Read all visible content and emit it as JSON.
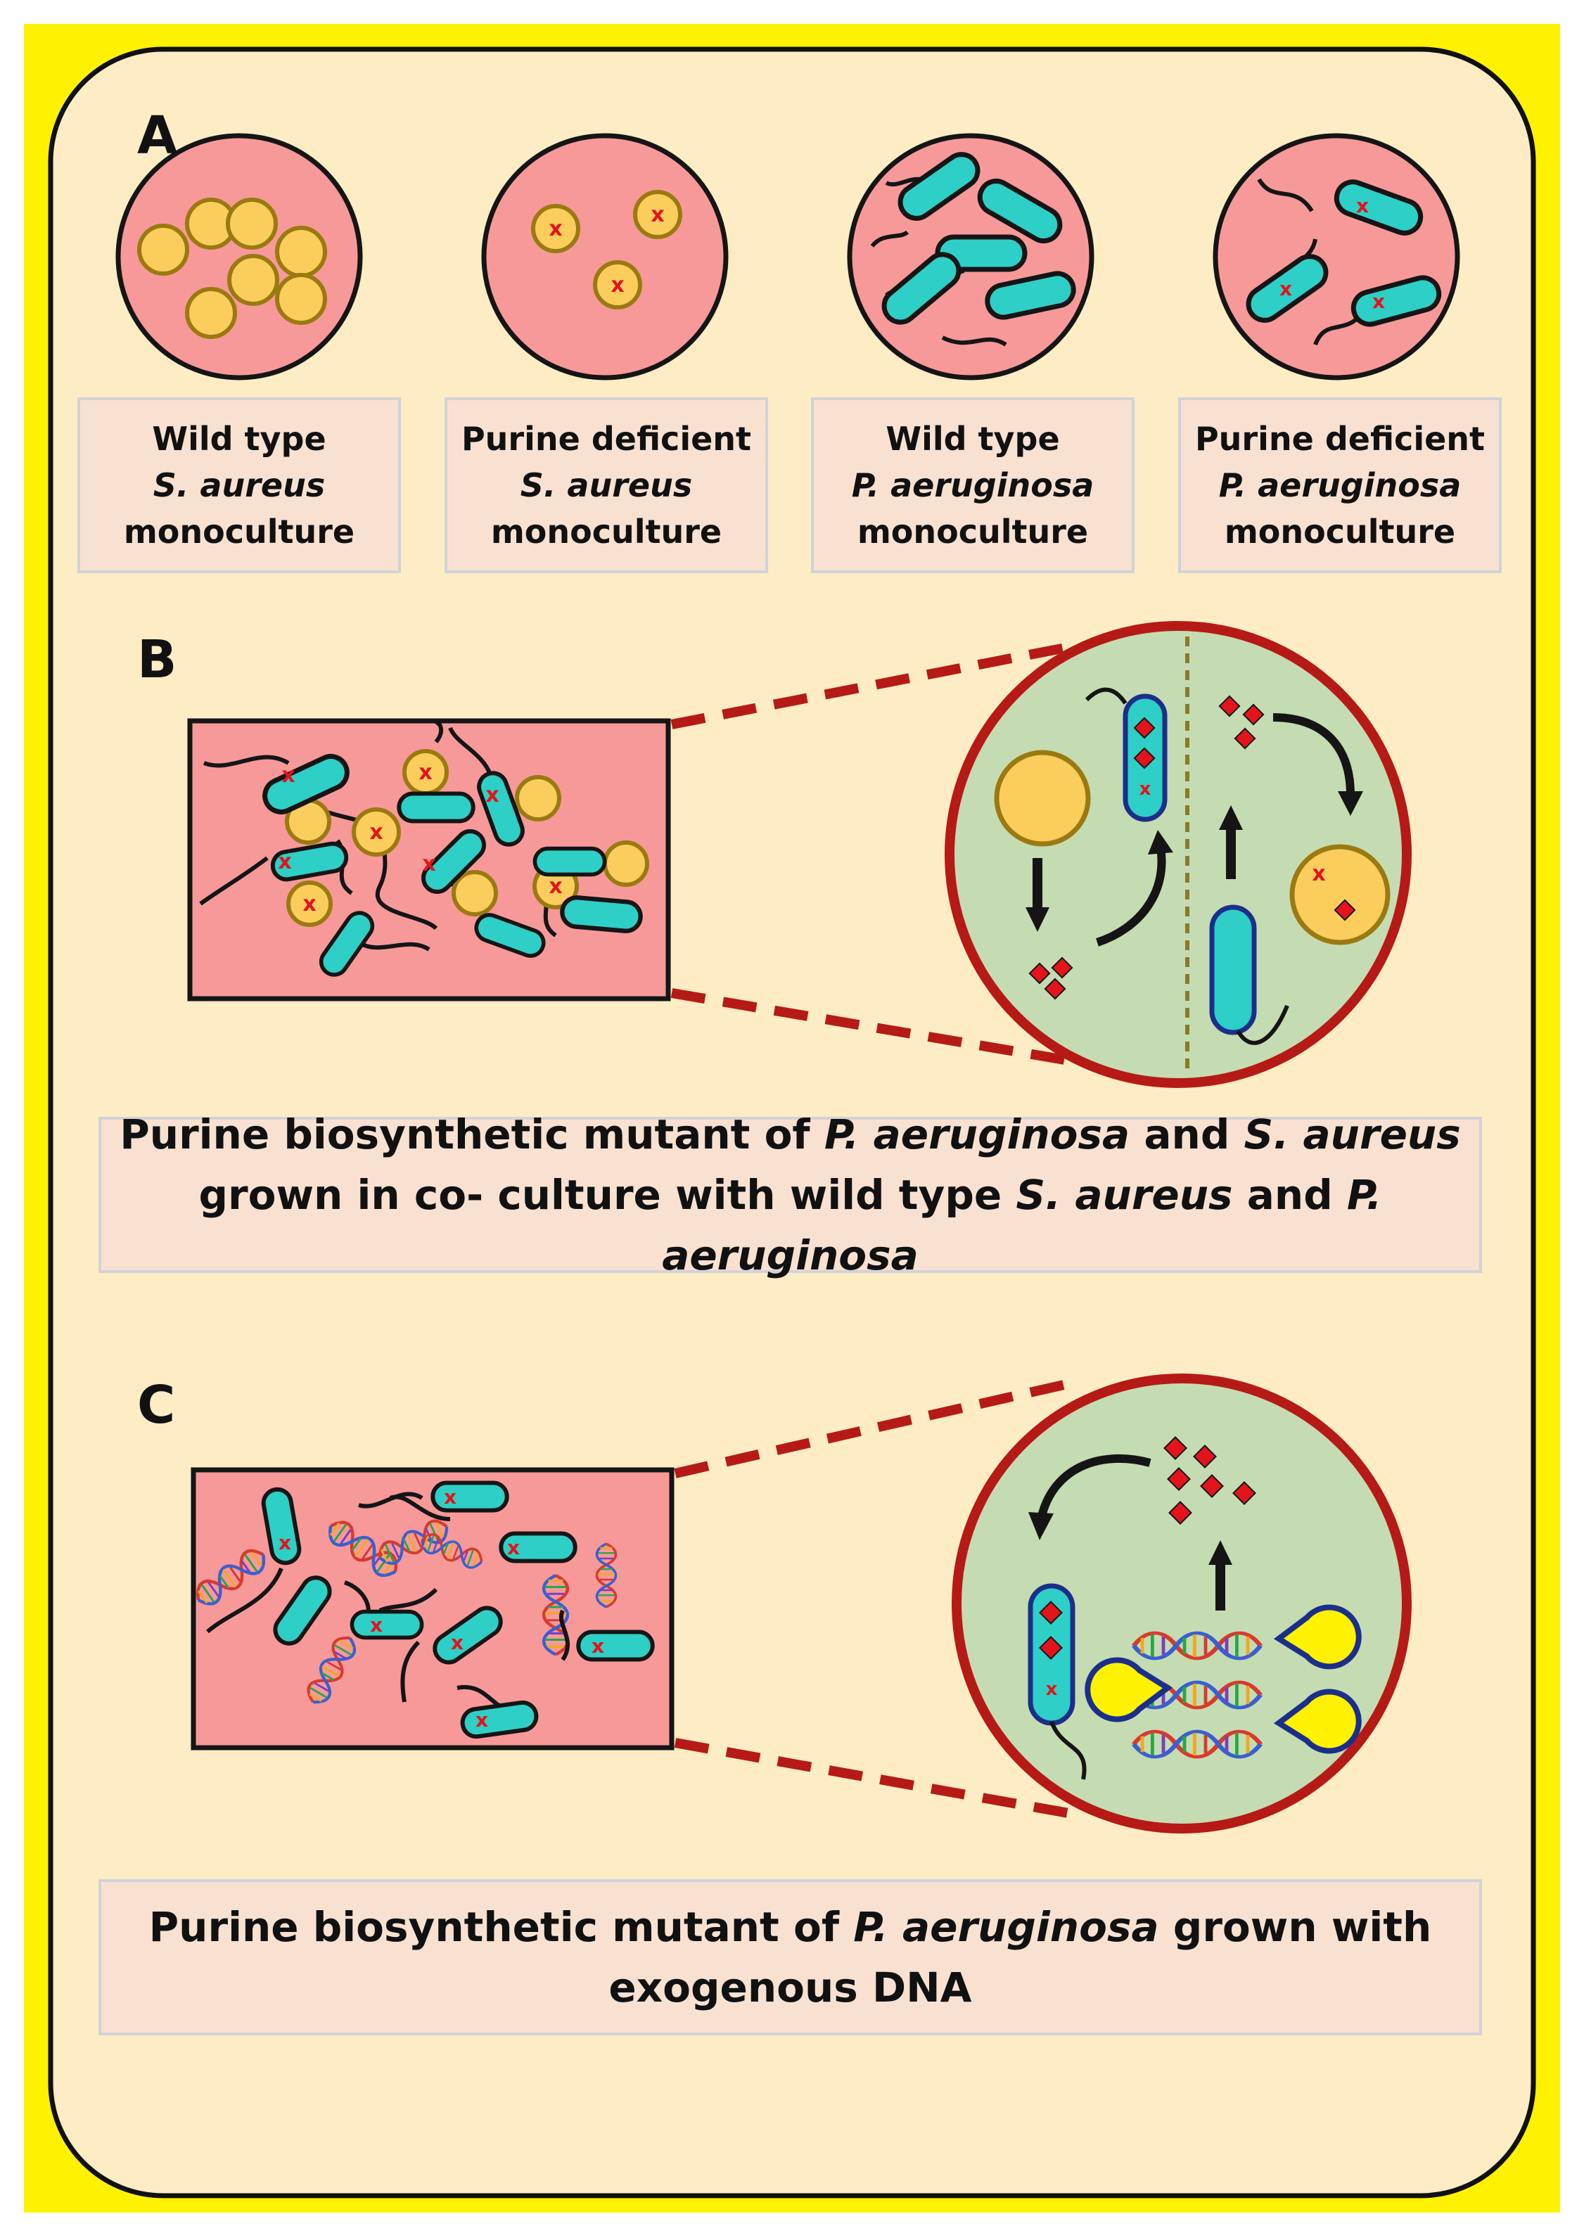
{
  "panels": {
    "a": {
      "letter": "A"
    },
    "b": {
      "letter": "B"
    },
    "c": {
      "letter": "C"
    }
  },
  "panel_a_labels": [
    {
      "line1": "Wild type",
      "line2": "S. aureus",
      "line3": "monoculture"
    },
    {
      "line1": "Purine deficient",
      "line2": "S. aureus",
      "line3": "monoculture"
    },
    {
      "line1": "Wild type",
      "line2": "P. aeruginosa",
      "line3": "monoculture"
    },
    {
      "line1": "Purine deficient",
      "line2": "P. aeruginosa",
      "line3": "monoculture"
    }
  ],
  "panel_b_caption": {
    "l1_a": "Purine biosynthetic mutant of ",
    "l1_b": "P. aeruginosa",
    "l1_c": " and ",
    "l1_d": "S. aureus",
    "l2_a": "grown in co- culture with wild type ",
    "l2_b": "S. aureus",
    "l2_c": " and ",
    "l2_d": "P. aeruginosa"
  },
  "panel_c_caption": {
    "l1_a": "Purine biosynthetic mutant of ",
    "l1_b": "P. aeruginosa",
    "l1_c": " grown with",
    "l2": "exogenous DNA"
  },
  "mutation_mark": "x",
  "colors": {
    "outer_frame": "#fff200",
    "background": "#fdecc4",
    "culture_fill": "#f79999",
    "zoom_fill": "#c5dcb2",
    "zoom_border": "#b51a16",
    "s_aureus": "#fbcd5c",
    "s_aureus_border": "#9a7a10",
    "p_aeruginosa": "#2ecfc6",
    "purine": "#e3141b",
    "nuclease": "#fff200"
  }
}
